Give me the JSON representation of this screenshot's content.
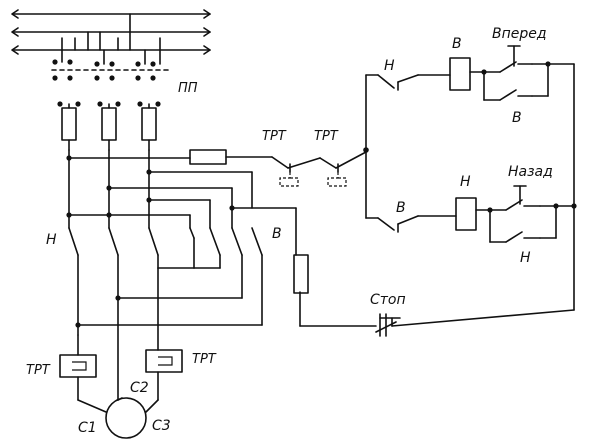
{
  "labels": {
    "pp": "ПП",
    "trt_left": "ТРТ",
    "trt_right": "ТРТ",
    "trt_motor_left": "ТРТ",
    "trt_motor_right": "ТРТ",
    "contactor_n_main": "Н",
    "contactor_v_main": "В",
    "coil_v": "В",
    "contact_n_upper": "Н",
    "contact_v_upper": "В",
    "forward_button": "Вперед",
    "coil_n": "Н",
    "contact_v_lower": "В",
    "contact_n_lower": "Н",
    "back_button": "Назад",
    "stop_button": "Стоп",
    "motor_c1": "С1",
    "motor_c2": "С2",
    "motor_c3": "С3"
  }
}
